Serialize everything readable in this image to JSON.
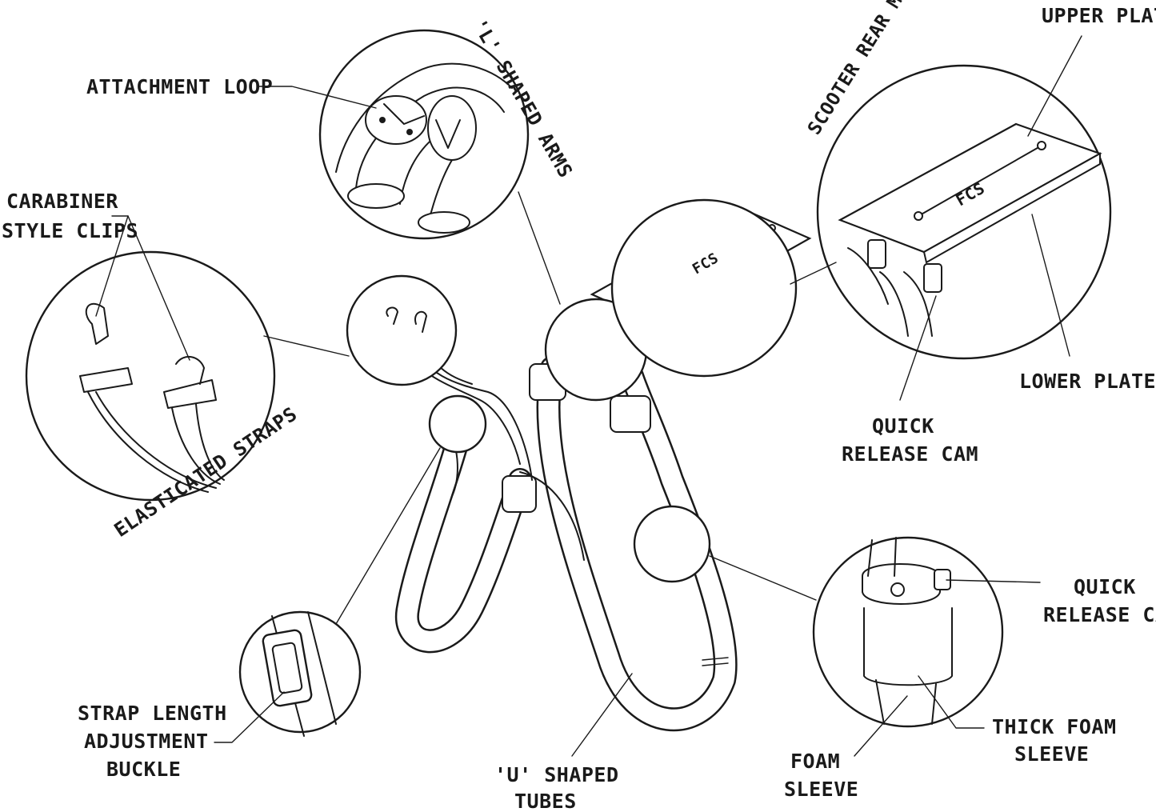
{
  "labels": {
    "attachment_loop": "ATTACHMENT LOOP",
    "l_shaped_arms": "'L' SHAPED ARMS",
    "scooter_rear_mount": "SCOOTER REAR MOUNT",
    "upper_plate": "UPPER PLATE",
    "carabiner_1": "CARABINER",
    "carabiner_2": "STYLE CLIPS",
    "elasticated_straps": "ELASTICATED STRAPS",
    "lower_plate": "LOWER PLATE",
    "qr_cam_top_1": "QUICK",
    "qr_cam_top_2": "RELEASE CAM",
    "qr_cam_bottom_1": "QUICK",
    "qr_cam_bottom_2": "RELEASE CAM",
    "buckle_1": "STRAP LENGTH",
    "buckle_2": "ADJUSTMENT",
    "buckle_3": "BUCKLE",
    "u_tubes_1": "'U' SHAPED",
    "u_tubes_2": "TUBES",
    "foam_sleeve_1": "FOAM",
    "foam_sleeve_2": "SLEEVE",
    "thick_foam_1": "THICK FOAM",
    "thick_foam_2": "SLEEVE",
    "plate_logo": "FCS"
  },
  "colors": {
    "ink": "#1a1a1a",
    "background": "#ffffff"
  }
}
